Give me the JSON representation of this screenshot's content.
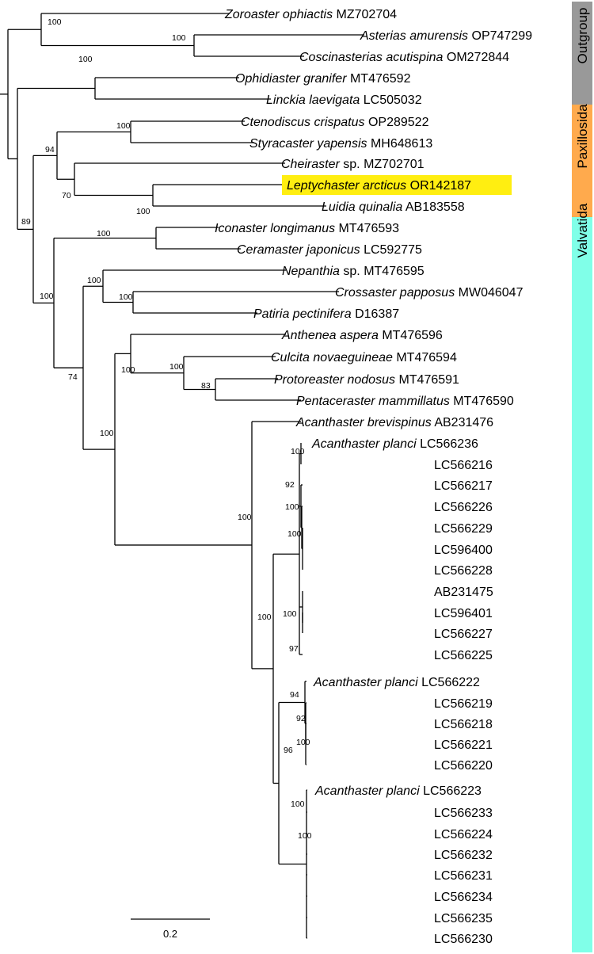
{
  "groups": {
    "outgroup": {
      "label": "Outgroup",
      "color": "#999999"
    },
    "paxillosida": {
      "label": "Paxillosida",
      "color": "#ffaa4d"
    },
    "valvatida": {
      "label": "Valvatida",
      "color": "#80ffe8"
    }
  },
  "highlight_color": "#ffee11",
  "scale_bar": {
    "label": "0.2"
  },
  "taxa": [
    {
      "name": "Zoroaster ophiactis",
      "acc": "MZ702704"
    },
    {
      "name": "Asterias amurensis",
      "acc": "OP747299"
    },
    {
      "name": "Coscinasterias acutispina",
      "acc": "OM272844"
    },
    {
      "name": "Ophidiaster granifer",
      "acc": "MT476592"
    },
    {
      "name": "Linckia laevigata",
      "acc": "LC505032"
    },
    {
      "name": "Ctenodiscus crispatus",
      "acc": "OP289522"
    },
    {
      "name": "Styracaster yapensis",
      "acc": "MH648613"
    },
    {
      "name": "Cheiraster",
      "qual": "sp.",
      "acc": "MZ702701"
    },
    {
      "name": "Leptychaster arcticus",
      "acc": "OR142187",
      "highlight": true
    },
    {
      "name": "Luidia quinalia",
      "acc": "AB183558"
    },
    {
      "name": "Iconaster longimanus",
      "acc": "MT476593"
    },
    {
      "name": "Ceramaster japonicus",
      "acc": "LC592775"
    },
    {
      "name": "Nepanthia",
      "qual": "sp.",
      "acc": "MT476595"
    },
    {
      "name": "Crossaster papposus",
      "acc": "MW046047"
    },
    {
      "name": "Patiria pectinifera",
      "acc": "D16387"
    },
    {
      "name": "Anthenea aspera",
      "acc": "MT476596"
    },
    {
      "name": "Culcita novaeguineae",
      "acc": "MT476594"
    },
    {
      "name": "Protoreaster nodosus",
      "acc": "MT476591"
    },
    {
      "name": "Pentaceraster mammillatus",
      "acc": "MT476590"
    },
    {
      "name": "Acanthaster brevispinus",
      "acc": "AB231476"
    },
    {
      "name": "Acanthaster planci",
      "acc": "LC566236"
    },
    {
      "acc": "LC566216"
    },
    {
      "acc": "LC566217"
    },
    {
      "acc": "LC566226"
    },
    {
      "acc": "LC566229"
    },
    {
      "acc": "LC596400"
    },
    {
      "acc": "LC566228"
    },
    {
      "acc": "AB231475"
    },
    {
      "acc": "LC596401"
    },
    {
      "acc": "LC566227"
    },
    {
      "acc": "LC566225"
    },
    {
      "name": "Acanthaster planci",
      "acc": "LC566222"
    },
    {
      "acc": "LC566219"
    },
    {
      "acc": "LC566218"
    },
    {
      "acc": "LC566221"
    },
    {
      "acc": "LC566220"
    },
    {
      "name": "Acanthaster planci",
      "acc": "LC566223"
    },
    {
      "acc": "LC566233"
    },
    {
      "acc": "LC566224"
    },
    {
      "acc": "LC566232"
    },
    {
      "acc": "LC566231"
    },
    {
      "acc": "LC566234"
    },
    {
      "acc": "LC566235"
    },
    {
      "acc": "LC566230"
    }
  ],
  "support_values": [
    "100",
    "100",
    "100",
    "100",
    "94",
    "70",
    "100",
    "89",
    "100",
    "100",
    "100",
    "100",
    "74",
    "100",
    "100",
    "100",
    "83",
    "100",
    "100",
    "100",
    "92",
    "100",
    "100",
    "100",
    "97",
    "94",
    "92",
    "100",
    "96",
    "100",
    "100"
  ]
}
